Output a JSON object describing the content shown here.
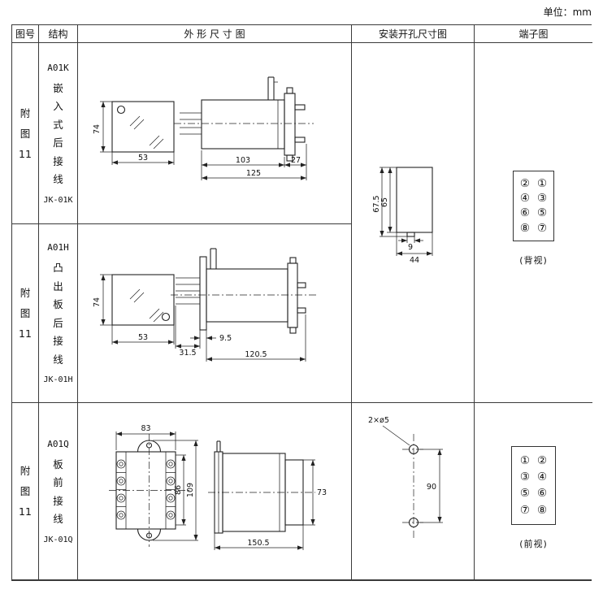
{
  "unit_label": "单位：mm",
  "headers": {
    "fig": "图号",
    "structure": "结构",
    "outline": "外 形 尺 寸 图",
    "mounting": "安装开孔尺寸图",
    "terminal": "端子图"
  },
  "rows": [
    {
      "fig": "附\n图\n11",
      "model": "A01K",
      "structure": "嵌\n入\n式\n后\n接\n线",
      "code": "JK-01K",
      "dims": {
        "h": "74",
        "w": "53",
        "a": "103",
        "b": "27",
        "c": "125"
      }
    },
    {
      "fig": "附\n图\n11",
      "model": "A01H",
      "structure": "凸\n出\n板\n后\n接\n线",
      "code": "JK-01H",
      "dims": {
        "h": "74",
        "w": "53",
        "a": "31.5",
        "b": "9.5",
        "c": "120.5"
      }
    },
    {
      "fig": "附\n图\n11",
      "model": "A01Q",
      "structure": "板\n前\n接\n线",
      "code": "JK-01Q",
      "dims": {
        "top": "83",
        "inner": "86",
        "outer": "109",
        "side": "73",
        "length": "150.5"
      }
    }
  ],
  "mounting_cutout": {
    "height_total": "67.5",
    "height": "65",
    "notch_width": "9",
    "width": "44"
  },
  "mounting_holes": {
    "label": "2×ø5",
    "spacing": "90"
  },
  "terminal_rear": {
    "numbers": [
      "②",
      "①",
      "④",
      "③",
      "⑥",
      "⑤",
      "⑧",
      "⑦"
    ],
    "caption": "(背视)"
  },
  "terminal_front": {
    "numbers": [
      "①",
      "②",
      "③",
      "④",
      "⑤",
      "⑥",
      "⑦",
      "⑧"
    ],
    "caption": "(前视)"
  }
}
